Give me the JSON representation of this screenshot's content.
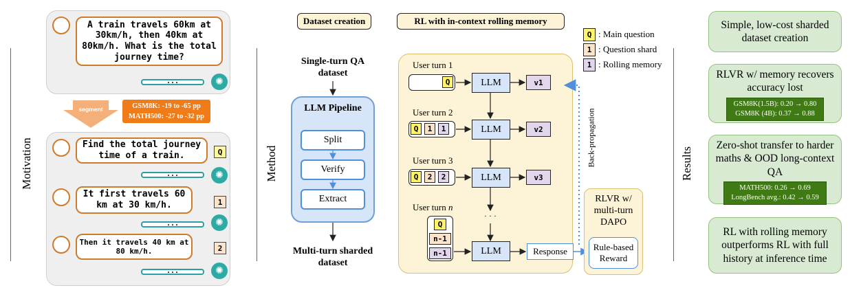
{
  "sections": {
    "motivation": "Motivation",
    "method": "Method",
    "results": "Results"
  },
  "motivation": {
    "original_question": "A train travels 60km at 30km/h, then 40km at 80km/h. What is the total journey time?",
    "reply_dots": "...",
    "segment_label": "segment",
    "drops": [
      "GSM8K: -19 to -65 pp",
      "MATH500: -27 to -32 pp"
    ],
    "shards": [
      {
        "text": "Find the total journey time of a train.",
        "tag": "Q"
      },
      {
        "text": "It first travels 60 km at 30 km/h.",
        "tag": "1"
      },
      {
        "text": "Then it travels 40 km at 80 km/h.",
        "tag": "2"
      }
    ]
  },
  "dataset_creation": {
    "title": "Dataset creation",
    "input": "Single-turn QA dataset",
    "pipeline_title": "LLM Pipeline",
    "steps": [
      "Split",
      "Verify",
      "Extract"
    ],
    "output": "Multi-turn sharded dataset"
  },
  "rl": {
    "title": "RL with in-context rolling memory",
    "legend": [
      {
        "tag": "Q",
        "label": ": Main question"
      },
      {
        "tag": "1",
        "label": ": Question shard"
      },
      {
        "tag": "1",
        "label": ": Rolling memory"
      }
    ],
    "turns": [
      {
        "label": "User turn 1",
        "tags": [
          "Q"
        ],
        "output": "v1"
      },
      {
        "label": "User turn 2",
        "tags": [
          "Q",
          "1",
          "1"
        ],
        "output": "v2"
      },
      {
        "label": "User turn 3",
        "tags": [
          "Q",
          "2",
          "2"
        ],
        "output": "v3"
      },
      {
        "label_prefix": "User turn ",
        "label_var": "n",
        "tags": [
          "Q",
          "n-1",
          "n-1"
        ],
        "output": "Response"
      }
    ],
    "llm_label": "LLM",
    "ellipsis": "· · ·",
    "backprop": "Back-propagation",
    "rlvr_title": "RLVR w/ multi-turn DAPO",
    "reward": "Rule-based Reward"
  },
  "results": [
    {
      "text": "Simple, low-cost sharded dataset creation",
      "stats": []
    },
    {
      "text": "RLVR w/ memory recovers accuracy lost",
      "stats": [
        "GSM8K(1.5B): 0.20 → 0.80",
        "GSM8K (4B): 0.37 → 0.88"
      ]
    },
    {
      "text": "Zero-shot transfer to harder maths & OOD long-context QA",
      "stats": [
        "MATH500: 0.26 → 0.69",
        "LongBench avg.: 0.42 → 0.59"
      ]
    },
    {
      "text": "RL with rolling memory outperforms RL with full history at inference time",
      "stats": []
    }
  ],
  "colors": {
    "orange": "#d07a2c",
    "teal": "#2e9ea0",
    "blue": "#4f8fdc",
    "green_card": "#d8ead2",
    "green_dark": "#3f7a14",
    "yellow_panel": "#fdf3d6",
    "purple": "#e2d6ed"
  }
}
